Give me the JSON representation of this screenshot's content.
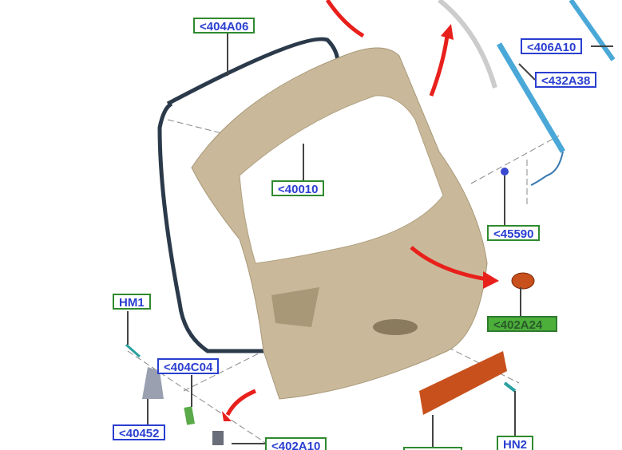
{
  "diagram": {
    "callouts": {
      "seal": "<404A06",
      "liftgate": "<40010",
      "strut_bracket": "<406A10",
      "gas_strut": "<432A38",
      "bumper_stop": "<45590",
      "tape": "<402A24",
      "bolt_hm1": "HM1",
      "clip": "<404C04",
      "hinge": "<40452",
      "latch": "<402A10",
      "bolt_hn2": "HN2",
      "panel": ""
    },
    "colors": {
      "callout_blue": "#2a3fd0",
      "callout_green": "#2f8a2f",
      "liftgate": "#c9b99a",
      "arrow": "#e8201c",
      "strut": "#4aa8d8",
      "panel": "#c8501c"
    }
  }
}
